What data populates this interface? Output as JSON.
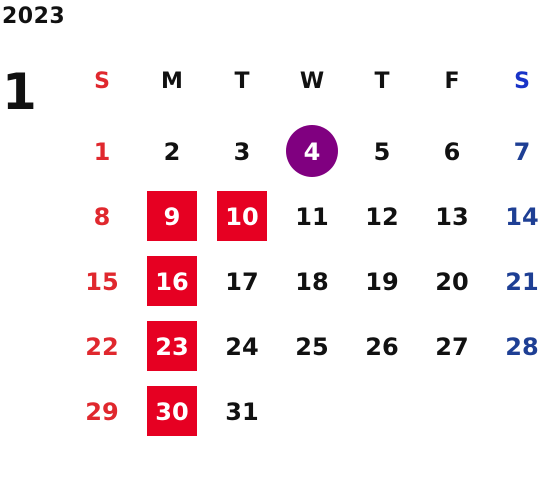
{
  "calendar": {
    "year": "2023",
    "month": "1",
    "weekdays": [
      "S",
      "M",
      "T",
      "W",
      "T",
      "F",
      "S"
    ],
    "weeks": [
      [
        "1",
        "2",
        "3",
        "4",
        "5",
        "6",
        "7"
      ],
      [
        "8",
        "9",
        "10",
        "11",
        "12",
        "13",
        "14"
      ],
      [
        "15",
        "16",
        "17",
        "18",
        "19",
        "20",
        "21"
      ],
      [
        "22",
        "23",
        "24",
        "25",
        "26",
        "27",
        "28"
      ],
      [
        "29",
        "30",
        "31",
        "",
        "",
        "",
        ""
      ]
    ],
    "highlighted_days": [
      "9",
      "10",
      "16",
      "23",
      "30"
    ],
    "today": "4"
  },
  "colors": {
    "sunday": "#e0282e",
    "saturday": "#1e3f94",
    "holiday_bg": "#e60022",
    "today_bg": "#800080"
  }
}
